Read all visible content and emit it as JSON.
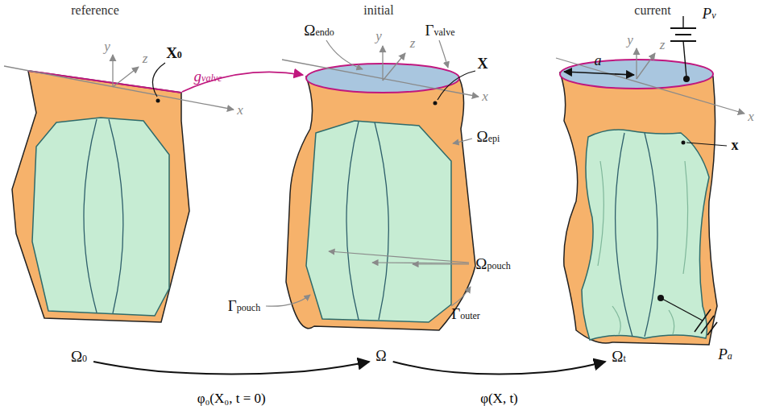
{
  "diagram": {
    "nodes": [
      {
        "text": [
          "Ω0"
        ]
      },
      {
        "text": [
          "Ω"
        ]
      },
      {
        "text": [
          "Ωt"
        ]
      }
    ],
    "edges": [
      {
        "from": 0,
        "to": 1,
        "arrow": "to",
        "label": "φ₀(X₀, t = 0)"
      },
      {
        "from": 1,
        "to": 2,
        "arrow": "to",
        "label": "φ(X, t)"
      }
    ],
    "labels": [
      "reference",
      "initial",
      "current",
      "y",
      "z",
      "x",
      "y",
      "z",
      "x",
      "y",
      "z",
      "x",
      "X0",
      "gvalve",
      "Ωendo",
      "Γvalve",
      "X",
      "Ωepi",
      "Ωpouch",
      "Γpouch",
      "Γouter",
      "a",
      "Pv",
      "x",
      "Pa"
    ]
  }
}
